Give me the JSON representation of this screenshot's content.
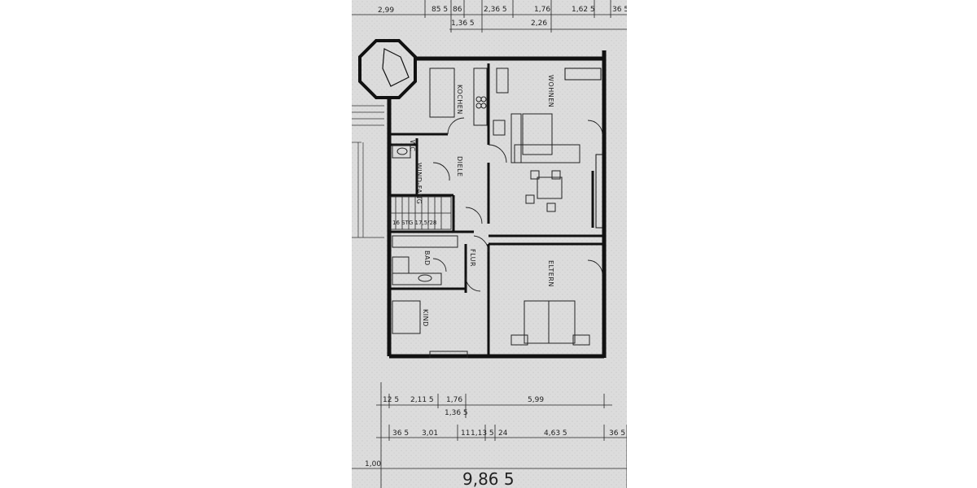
{
  "plan": {
    "top_dimensions": {
      "row1": [
        "2,99",
        "85 5",
        "86",
        "2,36 5",
        "1,76",
        "1,62 5",
        "36 5"
      ],
      "row2": [
        "1,36 5",
        "2,26"
      ]
    },
    "rooms": {
      "kochen": "KOCHEN",
      "wohnen": "WOHNEN",
      "wc": "WC",
      "wind": "WIND-FANG",
      "diele": "DIELE",
      "stairs": "16 STG 17,5/28",
      "bad": "BAD",
      "flur": "FLUR",
      "eltern": "ELTERN",
      "kind": "KIND"
    },
    "bottom_dimensions": {
      "row1": [
        "12 5",
        "2,11 5",
        "1,76",
        "5,99"
      ],
      "row1b": [
        "1,36 5"
      ],
      "row2": [
        "36 5",
        "3,01",
        "11",
        "1,13 5",
        "24",
        "4,63 5",
        "36 5"
      ],
      "row3": [
        "1,00"
      ],
      "total": "9,86 5"
    }
  }
}
